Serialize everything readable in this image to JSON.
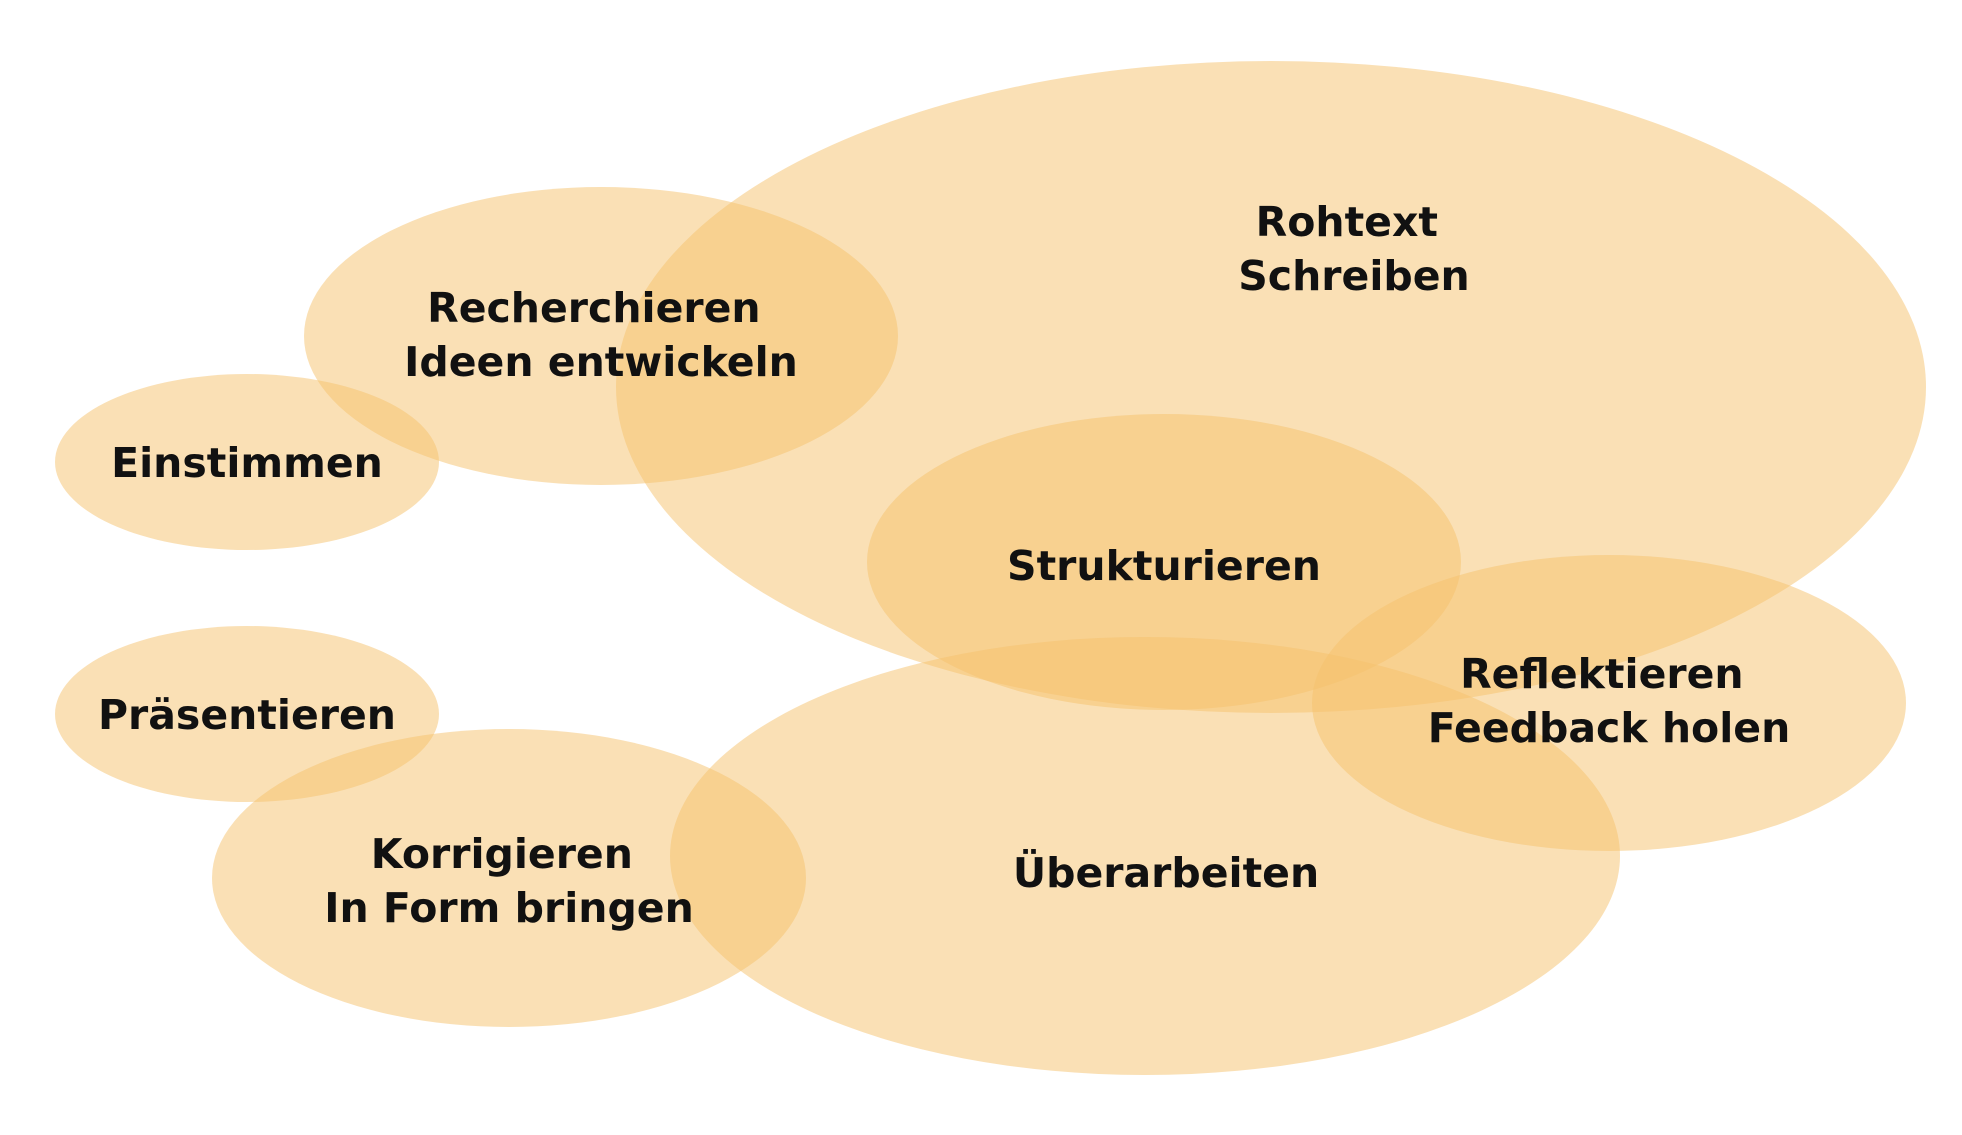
{
  "colors": {
    "bubble_fill": "#f5c26b",
    "text": "#111111",
    "background": "#ffffff"
  },
  "bubbles": {
    "rohtext": {
      "line1": "Rohtext",
      "line2": "Schreiben"
    },
    "recherchieren": {
      "line1": "Recherchieren",
      "line2": "Ideen entwickeln"
    },
    "einstimmen": {
      "line1": "Einstimmen"
    },
    "strukturieren": {
      "line1": "Strukturieren"
    },
    "praesentieren": {
      "line1": "Präsentieren"
    },
    "reflektieren": {
      "line1": "Reflektieren",
      "line2": "Feedback holen"
    },
    "ueberarbeiten": {
      "line1": "Überarbeiten"
    },
    "korrigieren": {
      "line1": "Korrigieren",
      "line2": "In Form bringen"
    }
  }
}
